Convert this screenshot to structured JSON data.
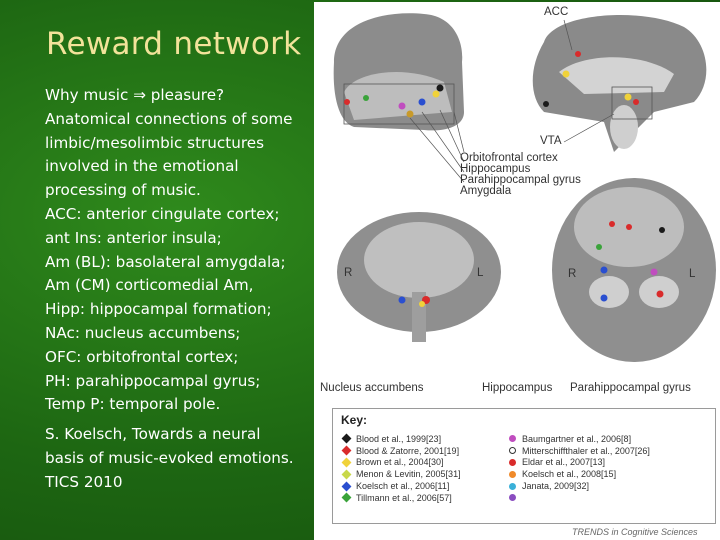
{
  "slide": {
    "title": "Reward network",
    "lines": [
      "Why music ⇒ pleasure?",
      "Anatomical connections of some",
      "limbic/mesolimbic structures",
      "involved in the emotional",
      "processing of music.",
      "ACC: anterior cingulate cortex;",
      "ant Ins: anterior insula;",
      "Am (BL): basolateral amygdala;",
      "Am (CM) corticomedial Am,",
      "Hipp: hippocampal formation;",
      "NAc: nucleus accumbens;",
      "OFC: orbitofrontal cortex;",
      "PH: parahippocampal gyrus;",
      "Temp P: temporal pole."
    ],
    "citation": [
      "S. Koelsch, Towards a neural",
      "basis of music-evoked emotions.",
      "TICS 2010"
    ],
    "colors": {
      "background": "#1f6b14",
      "title": "#f2e39a",
      "text": "#ffffff"
    }
  },
  "figure": {
    "labels": {
      "acc": "ACC",
      "vta": "VTA",
      "orbitofrontal": "Orbitofrontal cortex",
      "hippocampus_top": "Hippocampus",
      "parahippocampal_top": "Parahippocampal gyrus",
      "amygdala": "Amygdala",
      "r": "R",
      "l": "L",
      "nucleus_accumbens": "Nucleus accumbens",
      "hippocampus_bottom": "Hippocampus",
      "parahippocampal_bottom": "Parahippocampal gyrus"
    },
    "key": {
      "title": "Key:",
      "left": [
        "Blood et al., 1999[23]",
        "Blood & Zatorre, 2001[19]",
        "Brown et al., 2004[30]",
        "Menon & Levitin, 2005[31]",
        "Koelsch et al., 2006[11]",
        "Tillmann et al., 2006[57]"
      ],
      "right": [
        "Baumgartner et al., 2006[8]",
        "Mitterschiffthaler et al., 2007[26]",
        "Eldar et al., 2007[13]",
        "Koelsch et al., 2008[15]",
        "Janata, 2009[32]",
        ""
      ]
    },
    "credit": "TRENDS in Cognitive Sciences"
  }
}
